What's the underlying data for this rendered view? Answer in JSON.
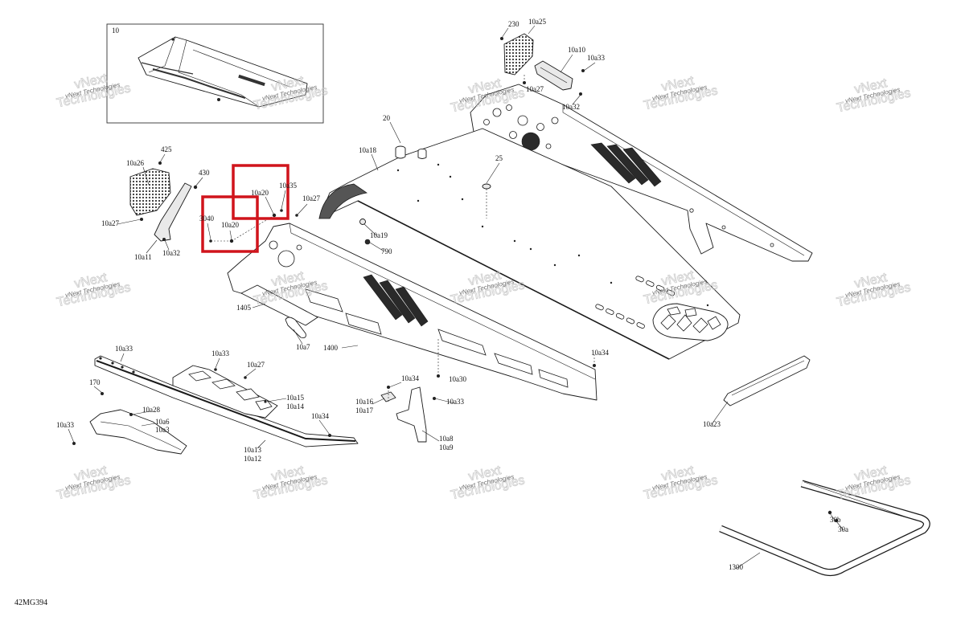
{
  "inset": {
    "label": "10"
  },
  "callouts": [
    "230",
    "10a25",
    "10a10",
    "10a33",
    "10a27",
    "10a32",
    "20",
    "10a18",
    "25",
    "425",
    "10a26",
    "430",
    "10a20",
    "10a35",
    "10a27",
    "3040",
    "10a20",
    "10a27",
    "10a11",
    "10a32",
    "10a19",
    "790",
    "1405",
    "10a7",
    "1400",
    "10a33",
    "10a33",
    "10a27",
    "10a34",
    "170",
    "10a34",
    "10a30",
    "10a15",
    "10a14",
    "10a16",
    "10a17",
    "10a33",
    "10a28",
    "10a6",
    "10a3",
    "10a33",
    "10a34",
    "10a8",
    "10a9",
    "10a13",
    "10a12",
    "10a23",
    "30b",
    "30a",
    "1300"
  ],
  "drawing_id": "42MG394",
  "watermark": {
    "top": "vNext",
    "bottom": "Technologies",
    "small": "vNext Technologies"
  },
  "colors": {
    "highlight": "#d0141c",
    "line": "#1a1a1a",
    "watermark": "#c4c4c4"
  }
}
